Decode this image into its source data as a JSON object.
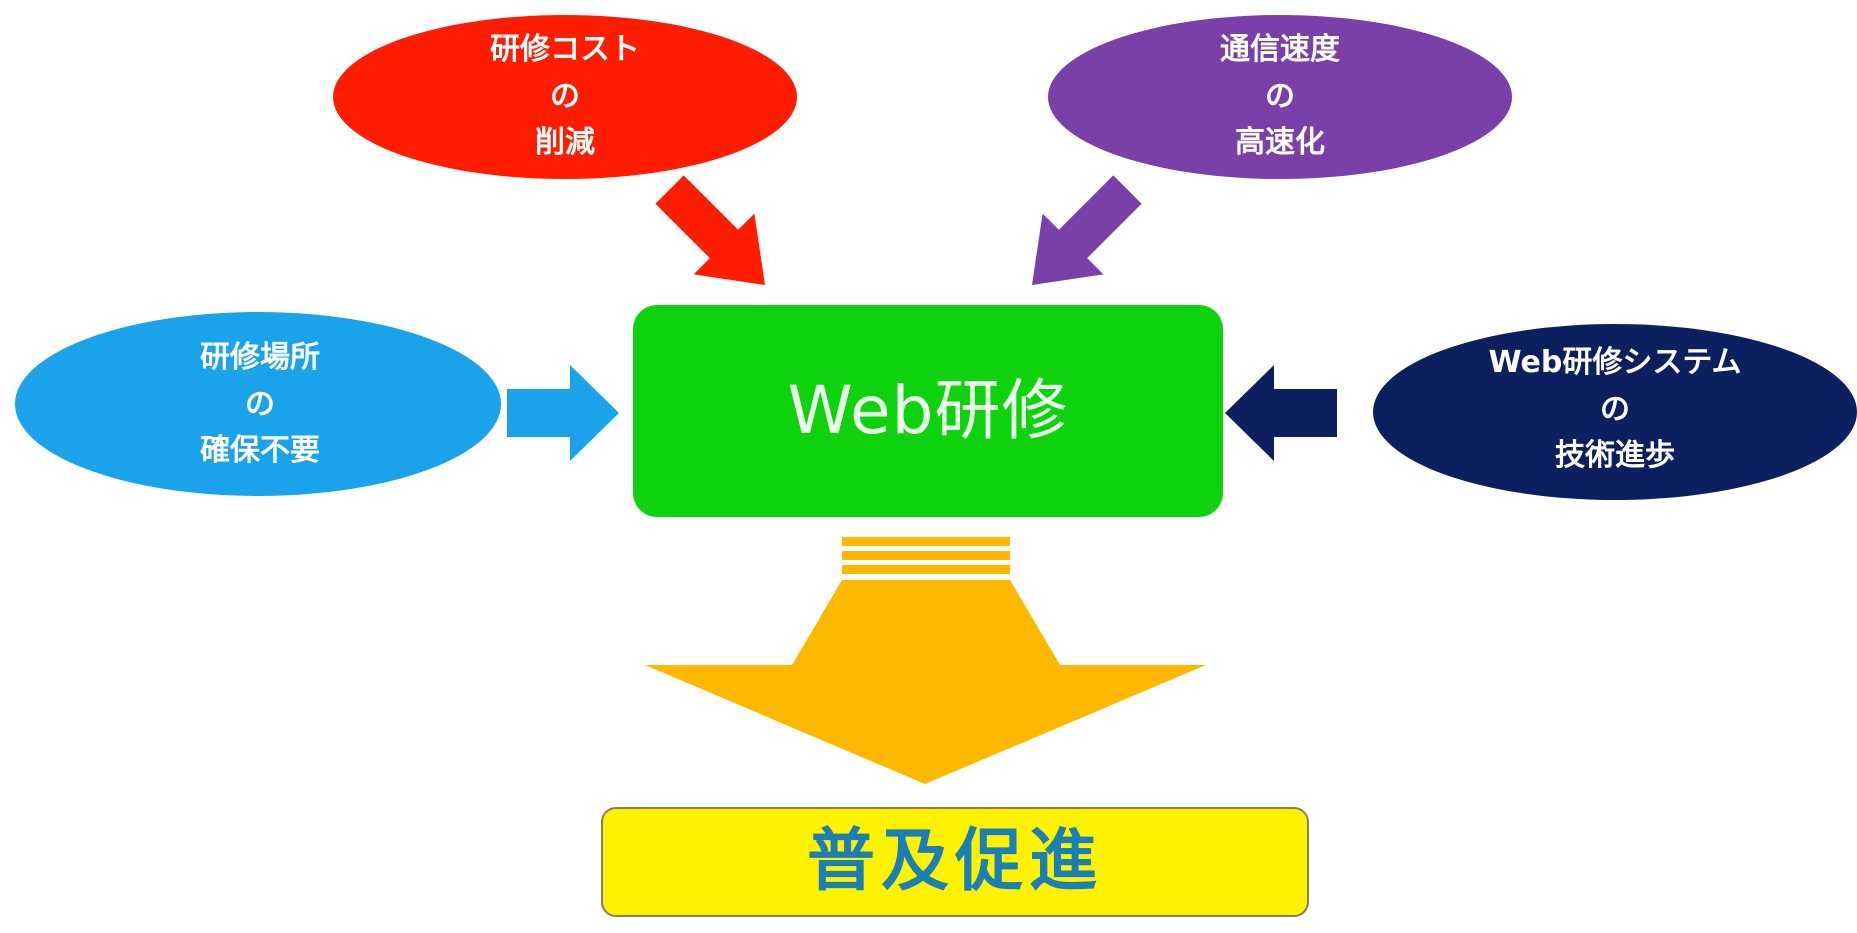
{
  "center": {
    "label": "Web研修",
    "color": "#0fd20f"
  },
  "factors": {
    "cost": {
      "lines": [
        "研修コスト",
        "の",
        "削減"
      ],
      "color": "#ff1d00"
    },
    "speed": {
      "lines": [
        "通信速度",
        "の",
        "高速化"
      ],
      "color": "#7a3fa8"
    },
    "place": {
      "lines": [
        "研修場所",
        "の",
        "確保不要"
      ],
      "color": "#1aa3ea"
    },
    "tech": {
      "lines": [
        "Web研修システム",
        "の",
        "技術進歩"
      ],
      "color": "#0c1f5e"
    }
  },
  "result": {
    "label": "普及促進",
    "color": "#fff200",
    "arrow_color": "#ffb800"
  }
}
